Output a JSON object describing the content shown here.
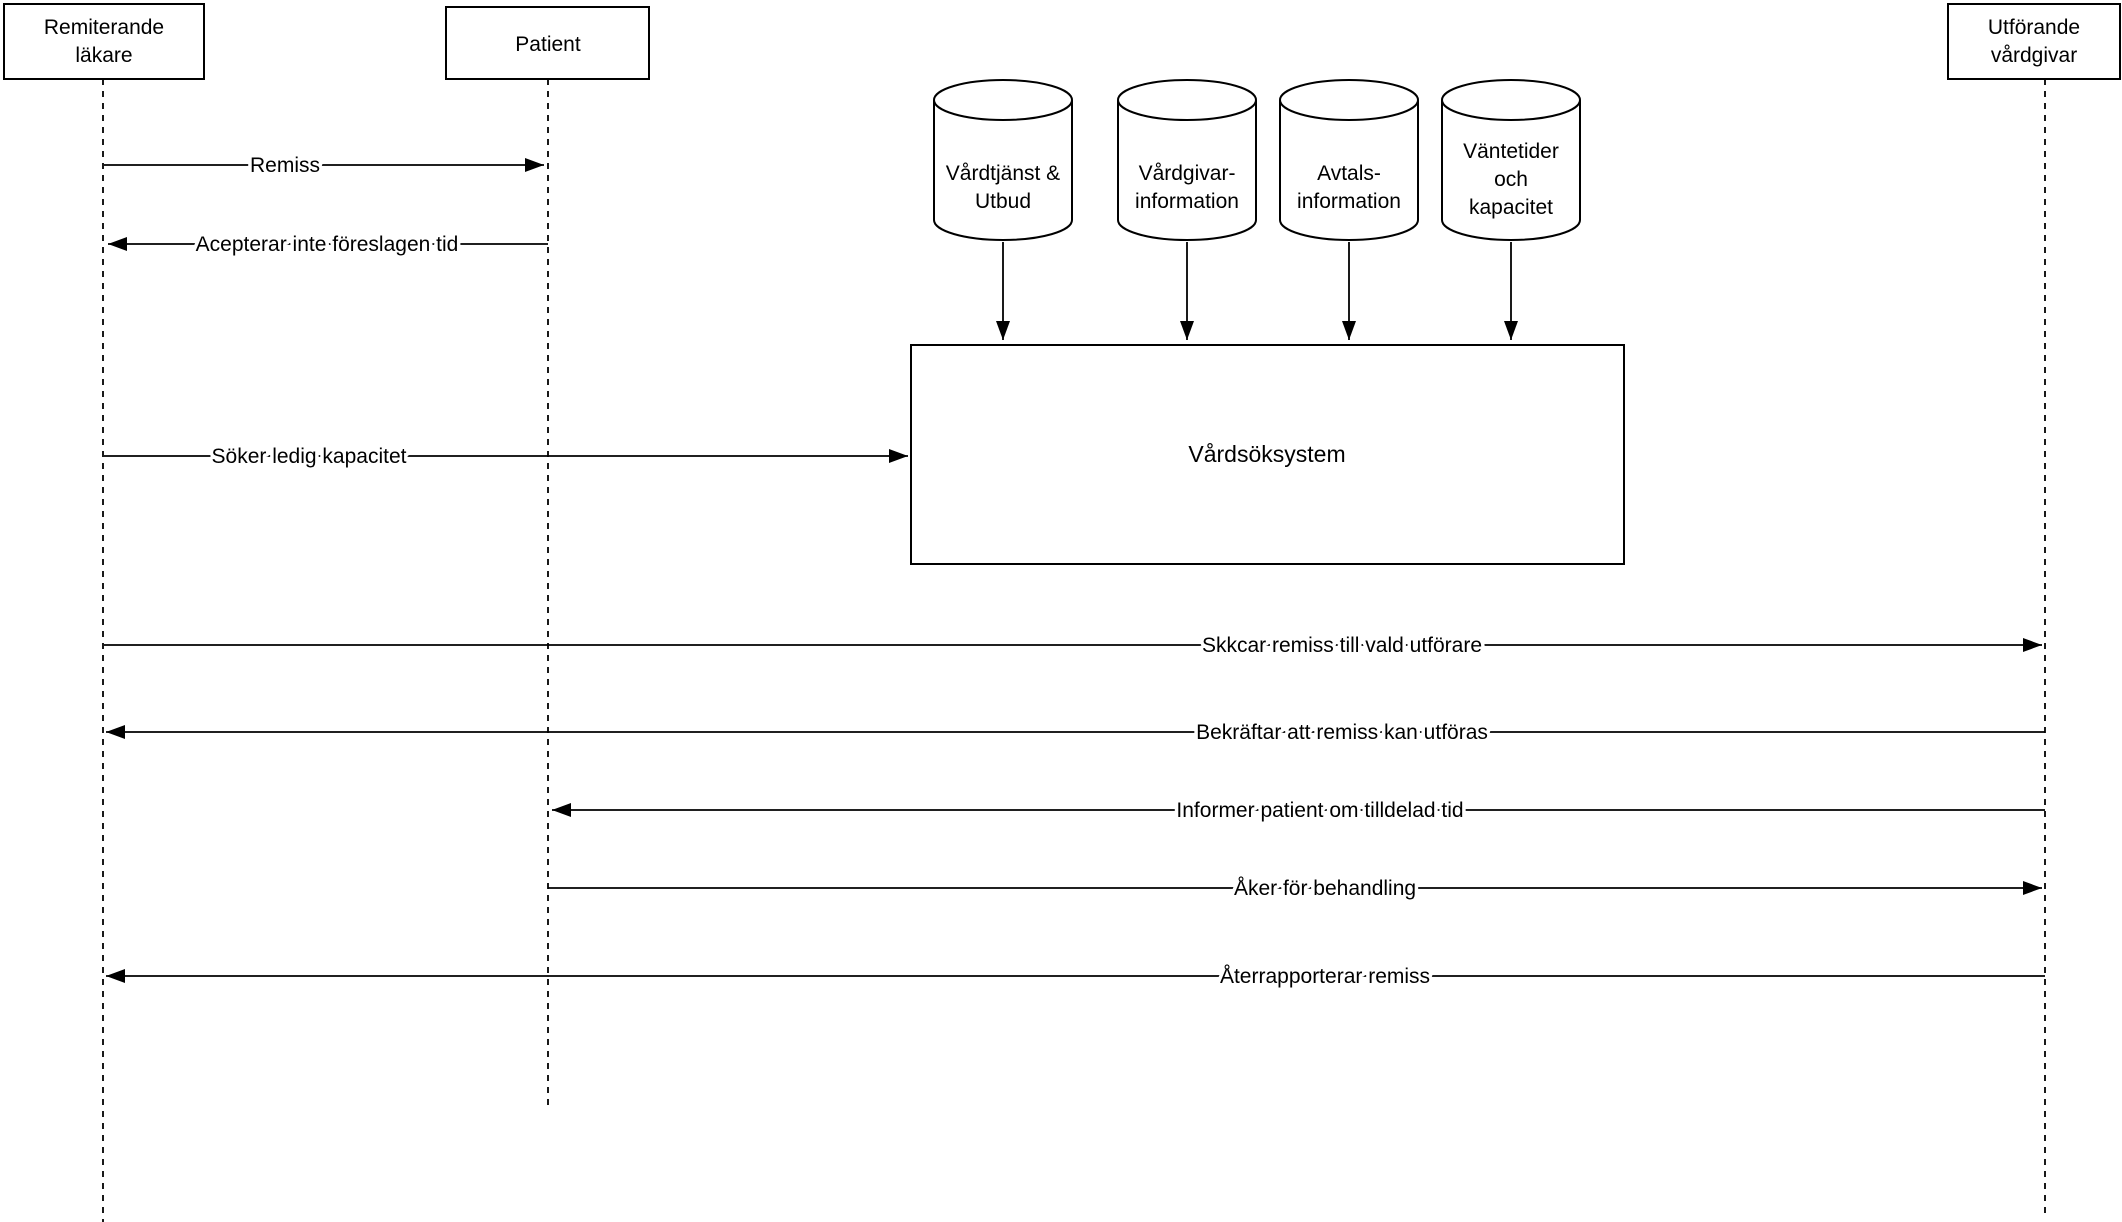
{
  "diagram": {
    "type": "sequence-diagram",
    "colors": {
      "stroke": "#000000",
      "background": "#ffffff"
    },
    "actors": [
      {
        "name": "Remiterande läkare",
        "lines": [
          "Remiterande",
          "läkare"
        ]
      },
      {
        "name": "Patient",
        "lines": [
          "Patient"
        ]
      },
      {
        "name": "Utförande vårdgivar",
        "lines": [
          "Utförande",
          "vårdgivar"
        ]
      }
    ],
    "datastores": [
      {
        "name": "Vårdtjänst & Utbud",
        "lines": [
          "Vårdtjänst &",
          "Utbud"
        ]
      },
      {
        "name": "Vårdgivar-information",
        "lines": [
          "Vårdgivar-",
          "information"
        ]
      },
      {
        "name": "Avtals-information",
        "lines": [
          "Avtals-",
          "information"
        ]
      },
      {
        "name": "Väntetider och kapacitet",
        "lines": [
          "Väntetider",
          "och",
          "kapacitet"
        ]
      }
    ],
    "system": {
      "label": "Vårdsöksystem"
    },
    "messages": [
      {
        "label": "Remiss",
        "from": "Remiterande läkare",
        "to": "Patient"
      },
      {
        "label": "Acepterar inte föreslagen tid",
        "from": "Patient",
        "to": "Remiterande läkare"
      },
      {
        "label": "Söker ledig kapacitet",
        "from": "Remiterande läkare",
        "to": "Vårdsöksystem"
      },
      {
        "label": "Skkcar remiss till vald utförare",
        "from": "Remiterande läkare",
        "to": "Utförande vårdgivar"
      },
      {
        "label": "Bekräftar att  remiss kan utföras",
        "from": "Utförande vårdgivar",
        "to": "Remiterande läkare"
      },
      {
        "label": "Informer patient om tilldelad tid",
        "from": "Utförande vårdgivar",
        "to": "Patient"
      },
      {
        "label": "Åker för behandling",
        "from": "Patient",
        "to": "Utförande vårdgivar"
      },
      {
        "label": "Återrapporterar remiss",
        "from": "Utförande vårdgivar",
        "to": "Remiterande läkare"
      }
    ]
  }
}
